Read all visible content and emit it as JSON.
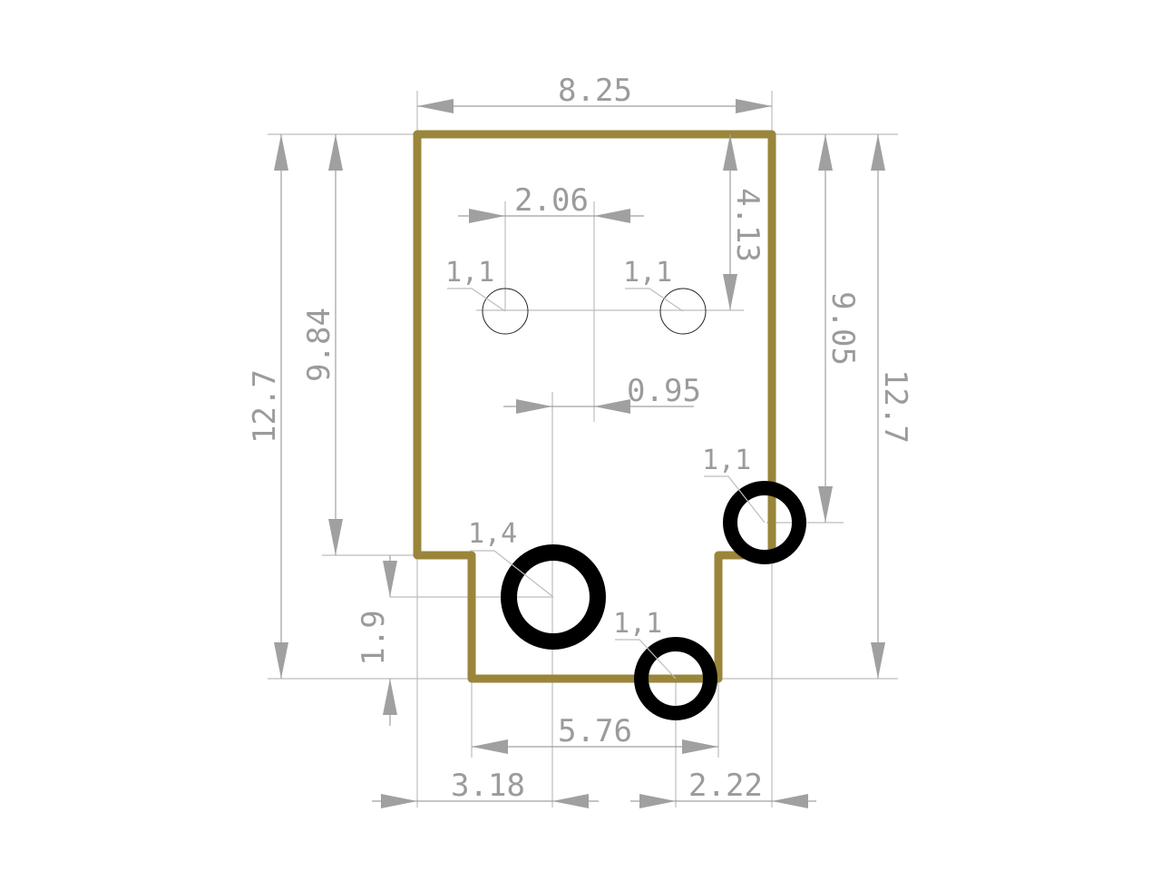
{
  "dimensions": {
    "top_width": "8.25",
    "left_height": "12.7",
    "left_inner_height": "9.84",
    "right_outer_height": "12.7",
    "right_inner_height": "9.05",
    "top_right_offset": "4.13",
    "hole_spacing": "2.06",
    "center_offset": "0.95",
    "notch_height": "1.9",
    "bottom_span": "5.76",
    "bottom_left": "3.18",
    "bottom_right": "2.22"
  },
  "holes": {
    "small_left": "1,1",
    "small_right": "1,1",
    "ring_right": "1,1",
    "ring_large": "1,4",
    "ring_bottom": "1,1"
  },
  "colors": {
    "outline": "#9a853a",
    "dimension": "#9b9b9b",
    "ring": "#000000"
  }
}
